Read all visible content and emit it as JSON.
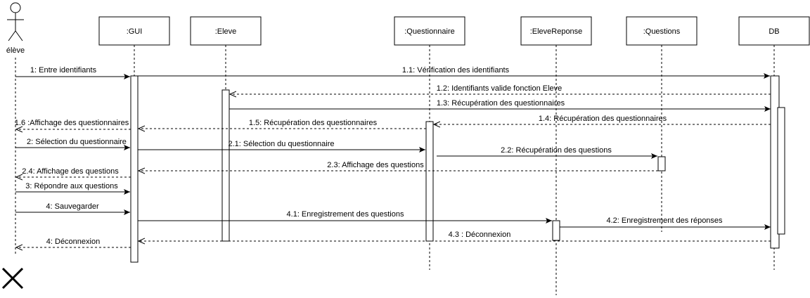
{
  "actor": {
    "label": "élève"
  },
  "lifelines": [
    {
      "id": "gui",
      "label": ":GUI"
    },
    {
      "id": "eleve",
      "label": ":Eleve"
    },
    {
      "id": "questionnaire",
      "label": ":Questionnaire"
    },
    {
      "id": "elevereponse",
      "label": ":EleveReponse"
    },
    {
      "id": "questions",
      "label": ":Questions"
    },
    {
      "id": "db",
      "label": "DB"
    }
  ],
  "messages": [
    {
      "label": "1: Entre identifiants",
      "from": "actor",
      "to": "gui",
      "kind": "sync"
    },
    {
      "label": "1.1: Vérification des identifiants",
      "from": "gui",
      "to": "db",
      "kind": "sync"
    },
    {
      "label": "1.2: Identifiants valide fonction Eleve",
      "from": "db",
      "to": "eleve",
      "kind": "return"
    },
    {
      "label": "1.3: Récupération des questionnaires",
      "from": "eleve",
      "to": "db",
      "kind": "sync"
    },
    {
      "label": "1.4: Récupération des questionnaires",
      "from": "db",
      "to": "questionnaire",
      "kind": "return"
    },
    {
      "label": "1.5: Récupération des questionnaires",
      "from": "questionnaire",
      "to": "gui",
      "kind": "return"
    },
    {
      "label": "1.6 :Affichage des questionnaires",
      "from": "gui",
      "to": "actor",
      "kind": "return"
    },
    {
      "label": "2: Sélection du questionnaire",
      "from": "actor",
      "to": "gui",
      "kind": "sync"
    },
    {
      "label": "2.1: Sélection du questionnaire",
      "from": "gui",
      "to": "questionnaire",
      "kind": "sync"
    },
    {
      "label": "2.2: Récupération des questions",
      "from": "questionnaire",
      "to": "questions",
      "kind": "sync"
    },
    {
      "label": "2.3: Affichage des questions",
      "from": "questions",
      "to": "gui",
      "kind": "return"
    },
    {
      "label": "2.4: Affichage des questions",
      "from": "gui",
      "to": "actor",
      "kind": "return"
    },
    {
      "label": "3: Répondre aux questions",
      "from": "actor",
      "to": "gui",
      "kind": "sync"
    },
    {
      "label": "4: Sauvegarder",
      "from": "actor",
      "to": "gui",
      "kind": "sync"
    },
    {
      "label": "4.1:  Enregistrement des questions",
      "from": "gui",
      "to": "elevereponse",
      "kind": "sync"
    },
    {
      "label": "4.2: Enregistrement des réponses",
      "from": "elevereponse",
      "to": "db",
      "kind": "sync"
    },
    {
      "label": "4.3 : Déconnexion",
      "from": "db",
      "to": "gui",
      "kind": "return"
    },
    {
      "label": "4: Déconnexion",
      "from": "gui",
      "to": "actor",
      "kind": "return"
    }
  ]
}
